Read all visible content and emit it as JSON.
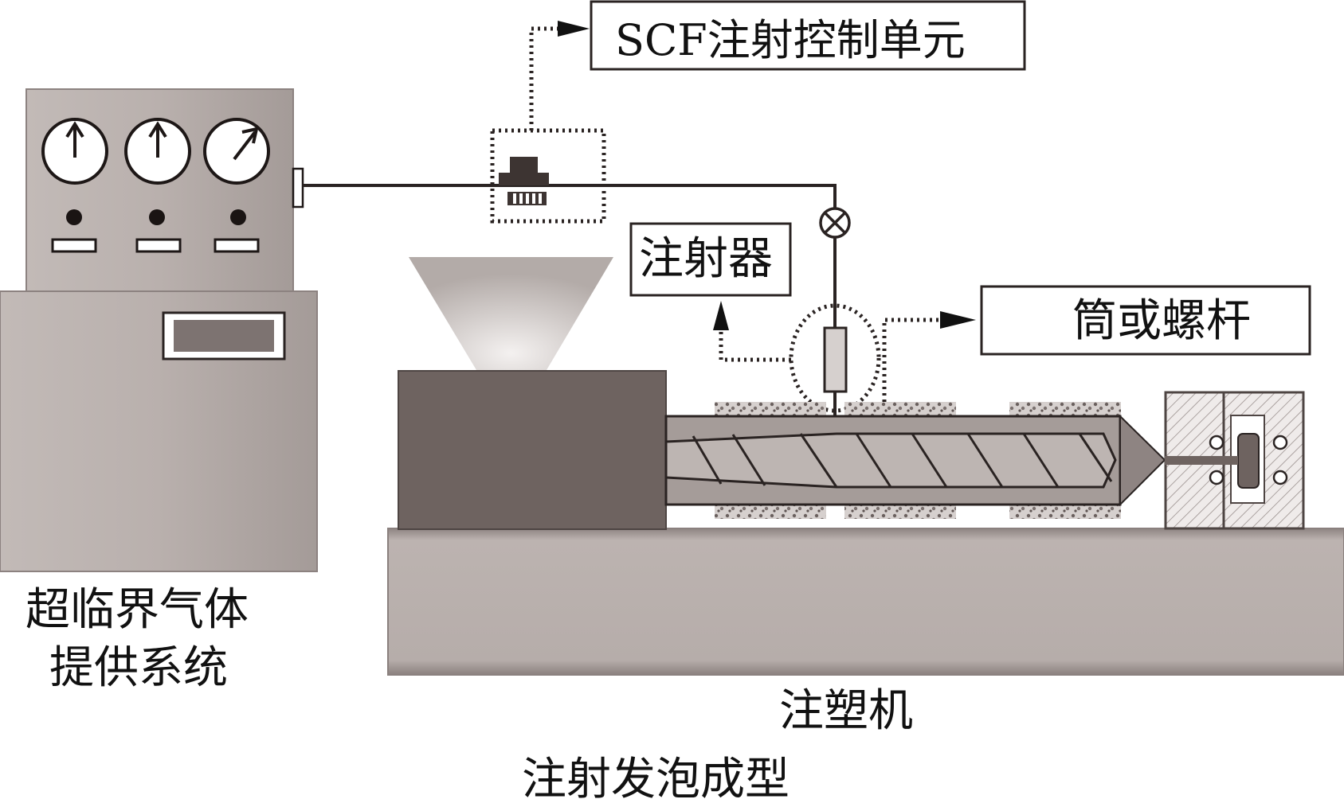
{
  "diagram": {
    "title": "注射发泡成型",
    "labels": {
      "scf_control_unit": "SCF注射控制单元",
      "injector": "注射器",
      "barrel_or_screw": "筒或螺杆",
      "gas_supply_line1": "超临界气体",
      "gas_supply_line2": "提供系统",
      "injection_machine": "注塑机"
    },
    "components": [
      "supercritical-gas-supply-system",
      "scf-control-unit",
      "valve",
      "injector",
      "hopper",
      "drive-unit",
      "barrel",
      "screw",
      "heater-bands",
      "nozzle",
      "mold",
      "machine-base"
    ],
    "gauges": [
      {
        "name": "gauge-1",
        "needle": "up"
      },
      {
        "name": "gauge-2",
        "needle": "up"
      },
      {
        "name": "gauge-3",
        "needle": "up-right"
      }
    ],
    "colors": {
      "cabinet": "#b3aaa7",
      "dark_block": "#6e6360",
      "barrel": "#a59c99",
      "base": "#b8afac",
      "line": "#2a2322"
    }
  }
}
